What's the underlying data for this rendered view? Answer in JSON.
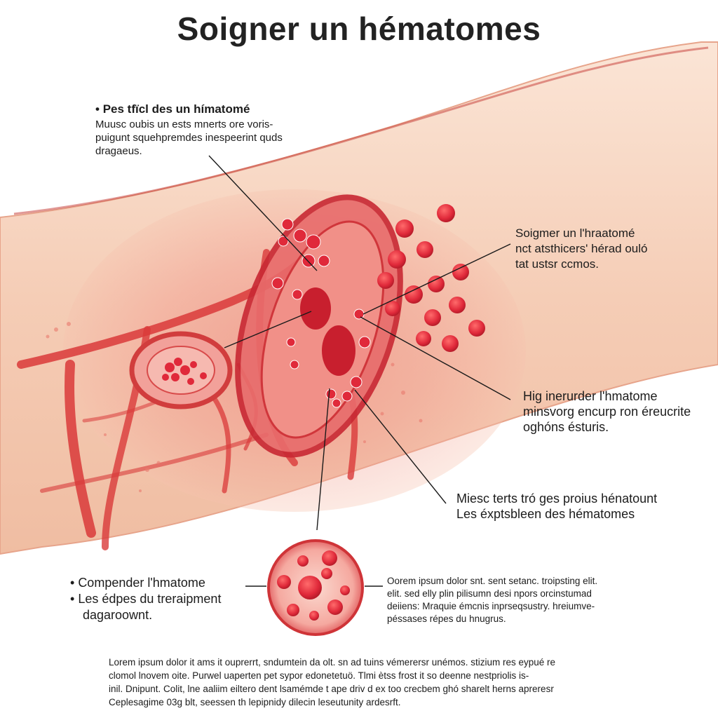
{
  "title": "Soigner un hématomes",
  "callouts": {
    "top_left": {
      "heading": "Pes tfïcl des un hímatomé",
      "body": [
        "Muusc oubis un ests mnerts ore voris-",
        "puigunt squehpremdes inespeerint quds",
        "dragaeus."
      ]
    },
    "right_1": {
      "lines": [
        "Soigmer un l'hraatomé",
        "nct atsthicers' hérad ouló",
        "tat ustsr ccmos."
      ]
    },
    "right_2": {
      "lines": [
        "Hig inerurder l'hmatome",
        "minsvorg encurp ron éreucrite",
        "oghóns ésturis."
      ]
    },
    "right_3": {
      "lines": [
        "Miesc terts tró ges proius hénatount",
        "Les éxptsbleen des hématomes"
      ]
    },
    "bottom_left": {
      "item_1": "Compender l'hmatome",
      "item_2": "Les édpes du treraipment",
      "item_2_cont": "dagaroownt."
    },
    "bottom_right": {
      "lines": [
        "Oorem ipsum dolor snt. sent setanc. troipsting elit.",
        "elit. sed elly plin pilisumn desi npors orcinstumad",
        "deiiens: Mraquie émcnis inprseqsustry. hreiumve-",
        "péssases répes du hnugrus."
      ]
    }
  },
  "footer_paragraph": {
    "lines": [
      "Lorem ipsum dolor it ams it ouprerrt, sndumtein da olt. sn ad tuins vémerersr unémos. stizium res eypué re",
      "clomol lnovem oite. Purwel uaperten pet sypor edonetetuö. Tlmi ètss frost it so deenne nestpriolis is-",
      "inil. Dnipunt. Colit, lne aaliim eiltero dent lsamémde t ape driv d ex too crecbem ghó sharelt herns apreresr",
      "Ceplesagime 03g blt, seessen th lepipnidy dilecin leseutunity ardesrft."
    ]
  },
  "colors": {
    "skin_light": "#f8dccb",
    "skin_mid": "#f1c3aa",
    "vessel_red": "#d93a3a",
    "blood_cell": "#e0293a",
    "hematoma_core": "#c81f2e",
    "text": "#1a1a1a"
  }
}
